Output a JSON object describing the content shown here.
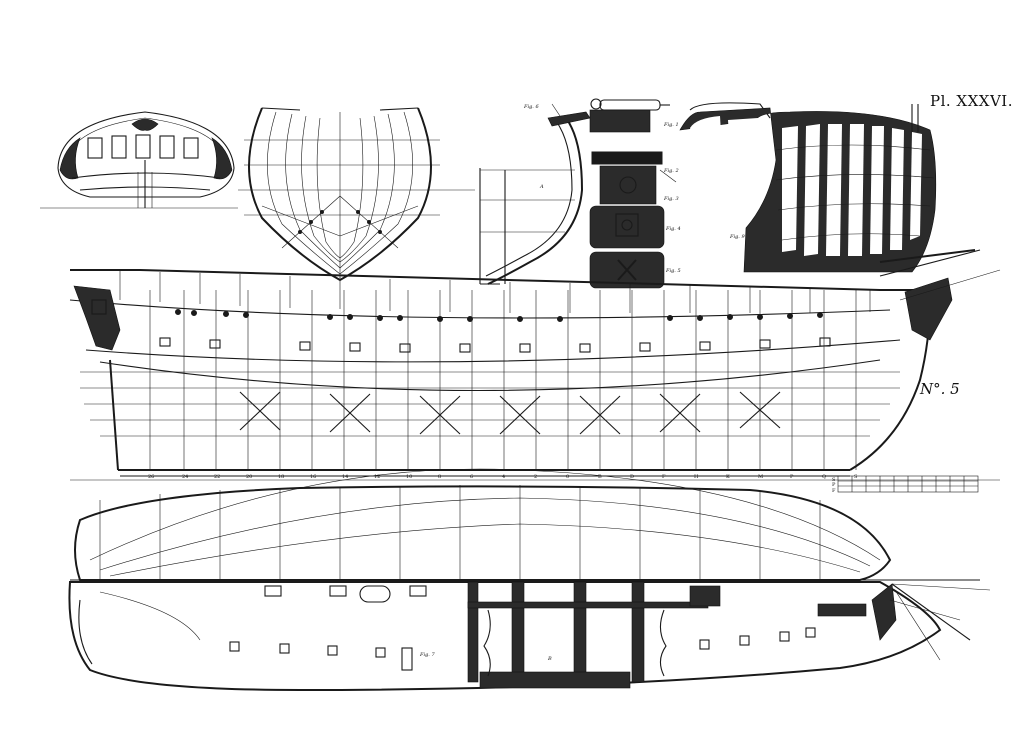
{
  "plate": {
    "number_label": "Pl. XXXVI.",
    "numero_label": "N°. 5"
  },
  "figures": {
    "fig1": "Fig. 1",
    "fig2": "Fig. 2",
    "fig3": "Fig. 3",
    "fig4": "Fig. 4",
    "fig5": "Fig. 5",
    "fig6": "Fig. 6",
    "fig7": "Fig. 7",
    "fig9": "Fig. 9",
    "letter_A": "A",
    "letter_B": "B"
  },
  "stations": [
    "26",
    "24",
    "22",
    "20",
    "18",
    "16",
    "14",
    "12",
    "10",
    "8",
    "6",
    "4",
    "2",
    "0",
    "B",
    "D",
    "F",
    "H",
    "K",
    "M",
    "P",
    "Q",
    "S"
  ],
  "scale": {
    "letters": [
      "S",
      "P",
      "F"
    ]
  },
  "sections": [
    "stern-elevation",
    "body-plan",
    "rudder-and-gun-details",
    "frame-perspective",
    "sheer-profile",
    "half-breadth-plan",
    "deck-plan"
  ]
}
